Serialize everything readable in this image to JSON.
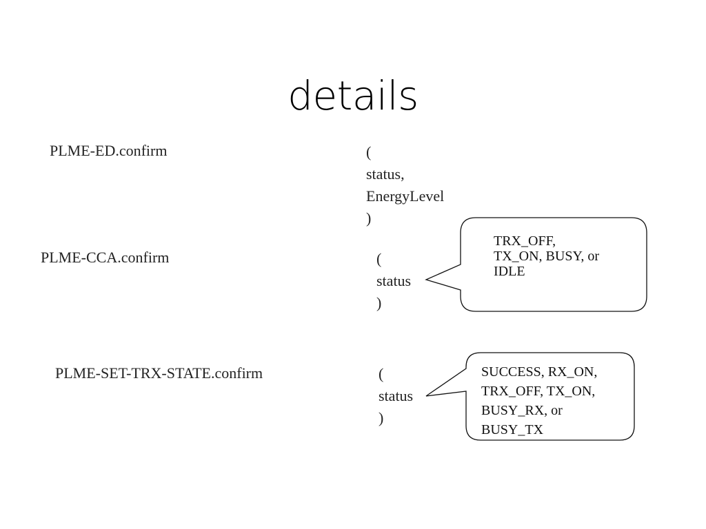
{
  "slide": {
    "title": "details"
  },
  "primitives": [
    {
      "name": "PLME-ED.confirm",
      "params": [
        "(",
        "status,",
        "EnergyLevel",
        ")"
      ]
    },
    {
      "name": "PLME-CCA.confirm",
      "params": [
        "(",
        "status",
        ")"
      ],
      "callout": [
        "TRX_OFF,",
        "TX_ON, BUSY, or",
        "IDLE"
      ]
    },
    {
      "name": "PLME-SET-TRX-STATE.confirm",
      "params": [
        "(",
        "status",
        ")"
      ],
      "callout": [
        "SUCCESS, RX_ON,",
        "TRX_OFF, TX_ON,",
        "BUSY_RX, or",
        "BUSY_TX"
      ]
    }
  ]
}
